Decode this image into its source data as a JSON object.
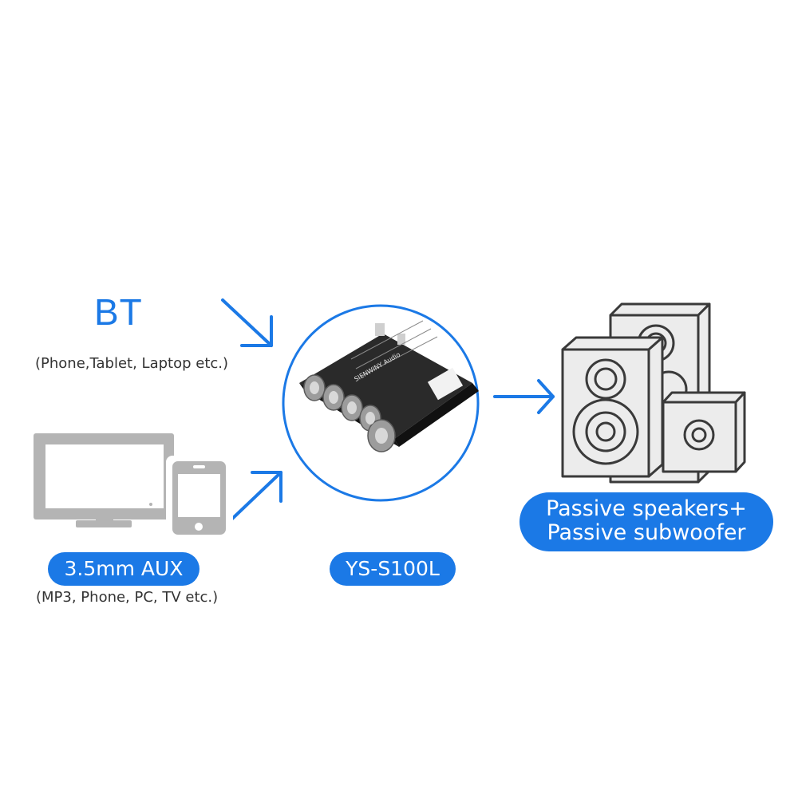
{
  "colors": {
    "accent": "#1b79e6",
    "device_gray": "#b4b4b4",
    "speaker_fill": "#ececec",
    "speaker_stroke": "#3a3a3a",
    "board_dark": "#1f1f1f"
  },
  "icons": {
    "arrow": "arrow-icon",
    "monitor": "monitor-icon",
    "phone": "phone-icon",
    "speakers": "speaker-icon",
    "amplifier": "amplifier-board-icon"
  },
  "bt": {
    "title": "BT",
    "subtitle": "(Phone,Tablet, Laptop etc.)"
  },
  "aux": {
    "label": "3.5mm AUX",
    "subtitle": "(MP3, Phone, PC, TV etc.)"
  },
  "amplifier": {
    "model": "YS-S100L",
    "board_brand": "SIENWINY Audio"
  },
  "output": {
    "line1": "Passive speakers+",
    "line2": "Passive subwoofer"
  }
}
